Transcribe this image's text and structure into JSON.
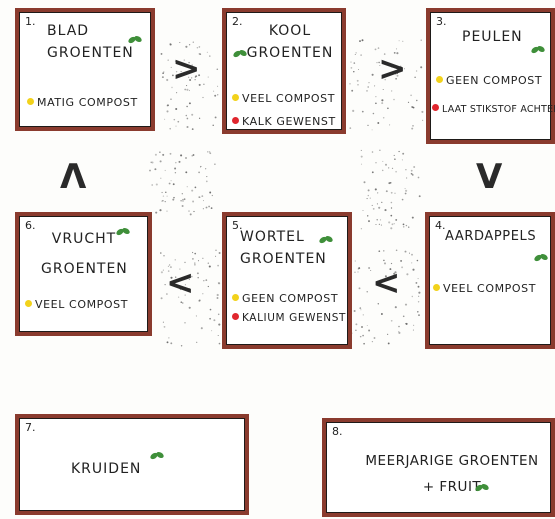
{
  "colors": {
    "box_border": "#8a3b2e",
    "compost_dot": "#f2d21b",
    "mineral_dot": "#e0262e",
    "leaf": "#3f8f3a"
  },
  "boxes": [
    {
      "number": "1.",
      "title_lines": [
        "Blad",
        "Groenten"
      ],
      "notes": [
        {
          "dot": "yellow",
          "text": "Matig compost"
        }
      ]
    },
    {
      "number": "2.",
      "title_lines": [
        "Kool",
        "Groenten"
      ],
      "notes": [
        {
          "dot": "yellow",
          "text": "Veel compost"
        },
        {
          "dot": "red",
          "text": "Kalk gewenst"
        }
      ]
    },
    {
      "number": "3.",
      "title_lines": [
        "Peulen"
      ],
      "notes": [
        {
          "dot": "yellow",
          "text": "Geen compost"
        },
        {
          "dot": "red",
          "text": "Laat stikstof achter"
        }
      ]
    },
    {
      "number": "4.",
      "title_lines": [
        "Aardappels"
      ],
      "notes": [
        {
          "dot": "yellow",
          "text": "Veel compost"
        }
      ]
    },
    {
      "number": "5.",
      "title_lines": [
        "Wortel",
        "Groenten"
      ],
      "notes": [
        {
          "dot": "yellow",
          "text": "Geen compost"
        },
        {
          "dot": "red",
          "text": "Kalium gewenst"
        }
      ]
    },
    {
      "number": "6.",
      "title_lines": [
        "Vrucht",
        "Groenten"
      ],
      "notes": [
        {
          "dot": "yellow",
          "text": "Veel compost"
        }
      ]
    },
    {
      "number": "7.",
      "title_lines": [
        "Kruiden"
      ],
      "notes": []
    },
    {
      "number": "8.",
      "title_lines": [
        "Meerjarige groenten",
        "+ fruit"
      ],
      "notes": []
    }
  ],
  "arrows": [
    {
      "from": "1",
      "to": "2",
      "symbol": ">"
    },
    {
      "from": "2",
      "to": "3",
      "symbol": ">"
    },
    {
      "from": "3",
      "to": "4",
      "symbol": "V"
    },
    {
      "from": "4",
      "to": "5",
      "symbol": "<"
    },
    {
      "from": "5",
      "to": "6",
      "symbol": "<"
    },
    {
      "from": "6",
      "to": "1",
      "symbol": "Λ"
    }
  ]
}
